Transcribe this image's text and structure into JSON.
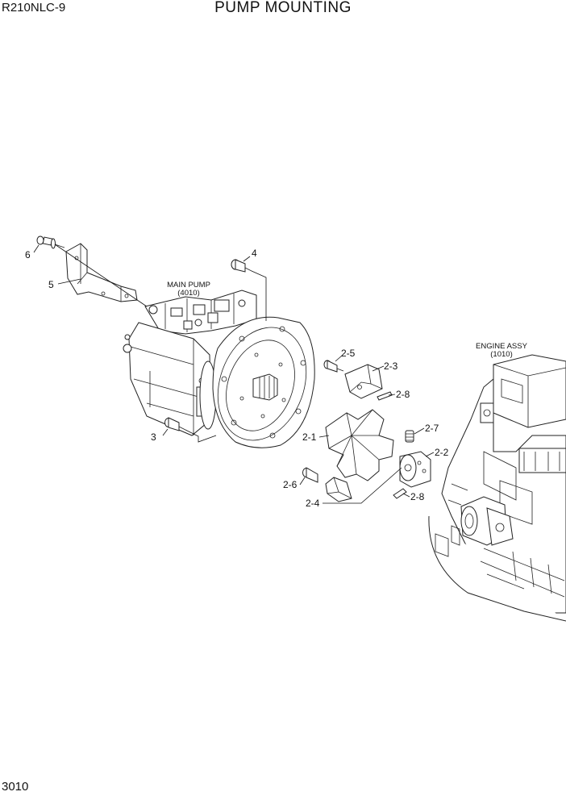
{
  "header": {
    "model": "R210NLC-9",
    "title": "PUMP MOUNTING"
  },
  "footer": {
    "page_number": "3010"
  },
  "callouts": {
    "c6": "6",
    "c5": "5",
    "c4": "4",
    "c3": "3",
    "c2_5": "2-5",
    "c2_3": "2-3",
    "c2_8a": "2-8",
    "c2_1": "2-1",
    "c2_7": "2-7",
    "c2_2": "2-2",
    "c2_6": "2-6",
    "c2_4": "2-4",
    "c2_8b": "2-8"
  },
  "references": {
    "main_pump_name": "MAIN PUMP",
    "main_pump_code": "(4010)",
    "engine_name": "ENGINE ASSY",
    "engine_code": "(1010)"
  }
}
